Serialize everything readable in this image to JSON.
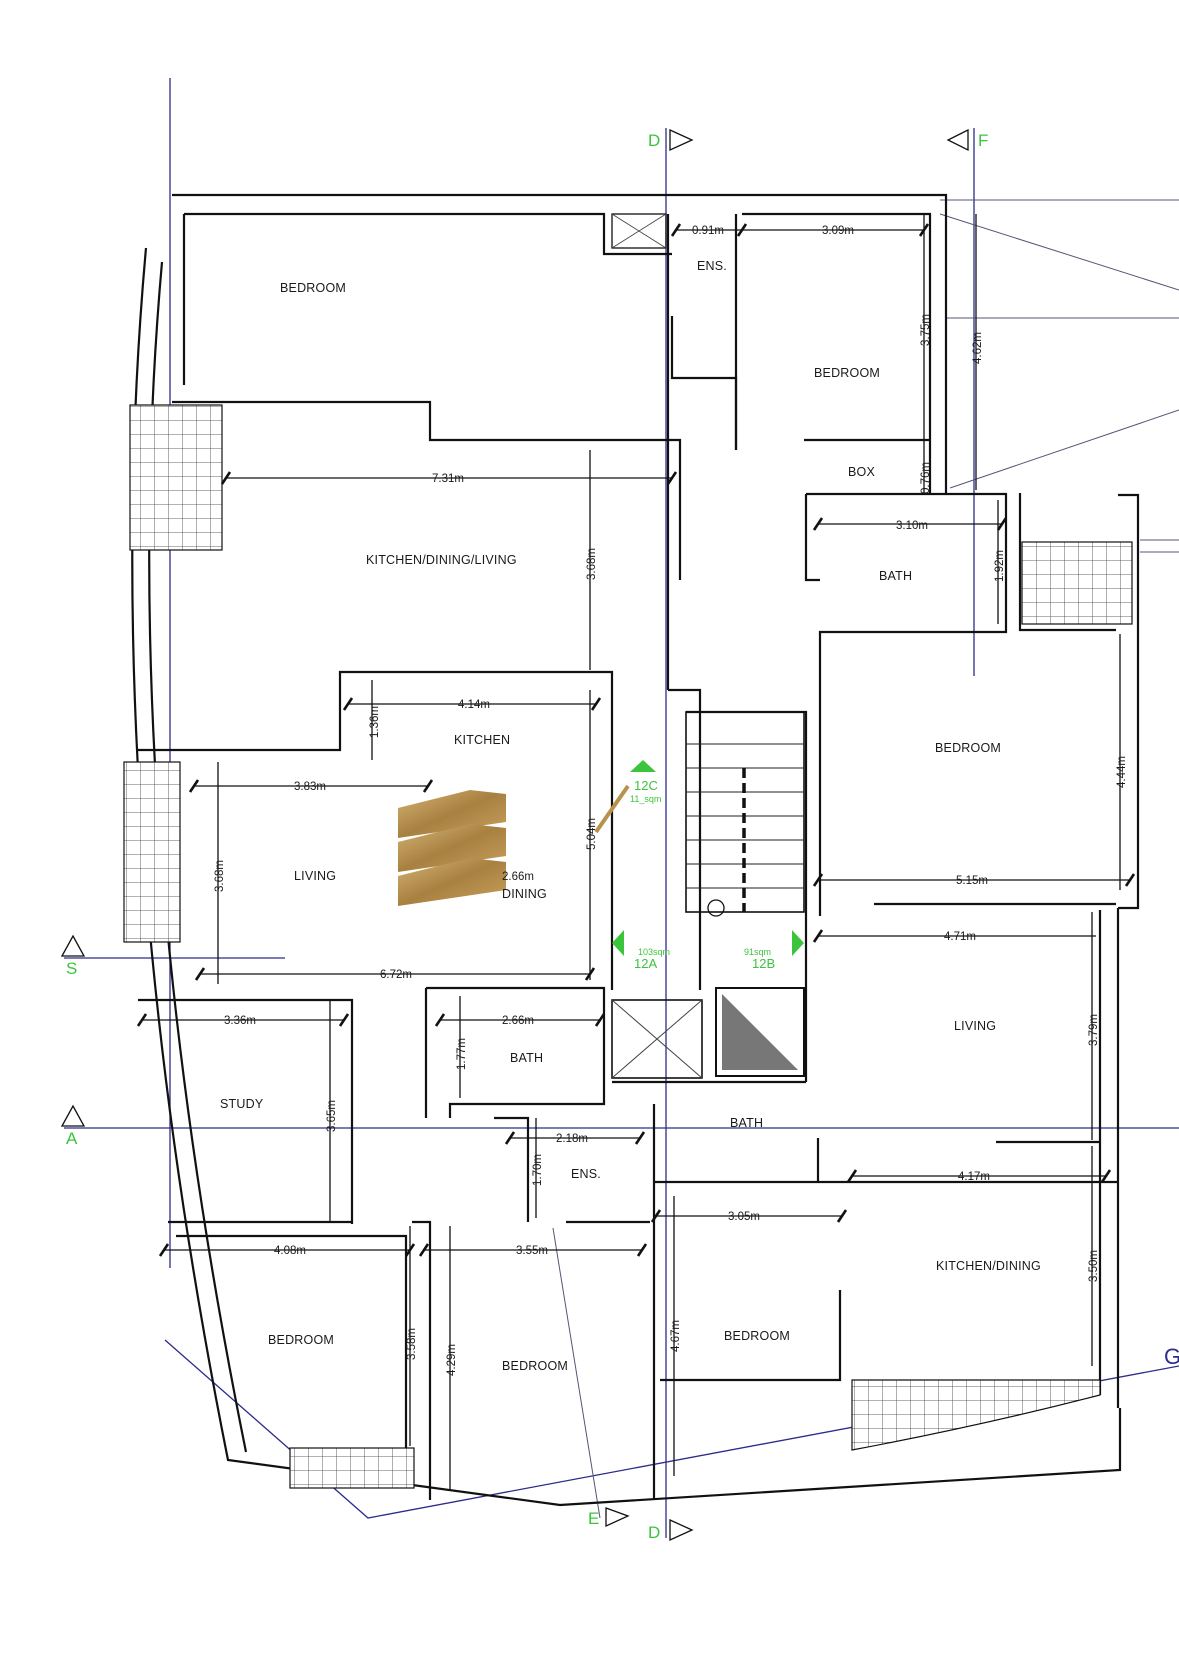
{
  "rooms": {
    "bedroom_top_left": "BEDROOM",
    "ensuite_top": "ENS.",
    "bedroom_top_right": "BEDROOM",
    "box": "BOX",
    "kitchen_dining_living": "KITCHEN/DINING/LIVING",
    "bath_right_upper": "BATH",
    "bedroom_right_mid": "BEDROOM",
    "kitchen": "KITCHEN",
    "living_left": "LIVING",
    "dining": "DINING",
    "living_right": "LIVING",
    "study": "STUDY",
    "bath_center": "BATH",
    "bath_lower": "BATH",
    "ensuite_lower": "ENS.",
    "kitchen_dining": "KITCHEN/DINING",
    "bedroom_bottom_left": "BEDROOM",
    "bedroom_bottom_mid": "BEDROOM",
    "bedroom_bottom_right": "BEDROOM"
  },
  "dimensions": {
    "d_091": "0.91m",
    "d_309": "3.09m",
    "d_375": "3.75m",
    "d_462": "4.62m",
    "d_076": "0.76m",
    "d_731": "7.31m",
    "d_368_top": "3.68m",
    "d_310": "3.10m",
    "d_192": "1.92m",
    "d_414": "4.14m",
    "d_136": "1.36m",
    "d_383": "3.83m",
    "d_504": "5.04m",
    "d_266_dining": "2.66m",
    "d_368_left": "3.68m",
    "d_444": "4.44m",
    "d_515": "5.15m",
    "d_471": "4.71m",
    "d_672": "6.72m",
    "d_336": "3.36m",
    "d_266_bath": "2.66m",
    "d_177": "1.77m",
    "d_379": "3.79m",
    "d_365": "3.65m",
    "d_218": "2.18m",
    "d_170": "1.70m",
    "d_417": "4.17m",
    "d_305": "3.05m",
    "d_408": "4.08m",
    "d_355": "3.55m",
    "d_358": "3.58m",
    "d_429": "4.29m",
    "d_467": "4.67m",
    "d_350": "3.50m"
  },
  "units": {
    "unit_12c": "12C",
    "unit_12c_area": "11_sqm",
    "unit_12a": "12A",
    "unit_12a_area": "103sqm",
    "unit_12b": "12B",
    "unit_12b_area": "91sqm"
  },
  "axes": {
    "d_top": "D",
    "f_top": "F",
    "s_left": "S",
    "a_left": "A",
    "e_bottom": "E",
    "d_bottom": "D",
    "g_right": "G"
  },
  "colors": {
    "walls": "#111111",
    "axis_labels": "#3cc43c",
    "guide_lines": "#2c2c8a",
    "logo_gold": "#b8924a"
  },
  "icons": {
    "logo": "gold-layered-stripes-logo",
    "section_marker": "triangle-section-marker"
  }
}
